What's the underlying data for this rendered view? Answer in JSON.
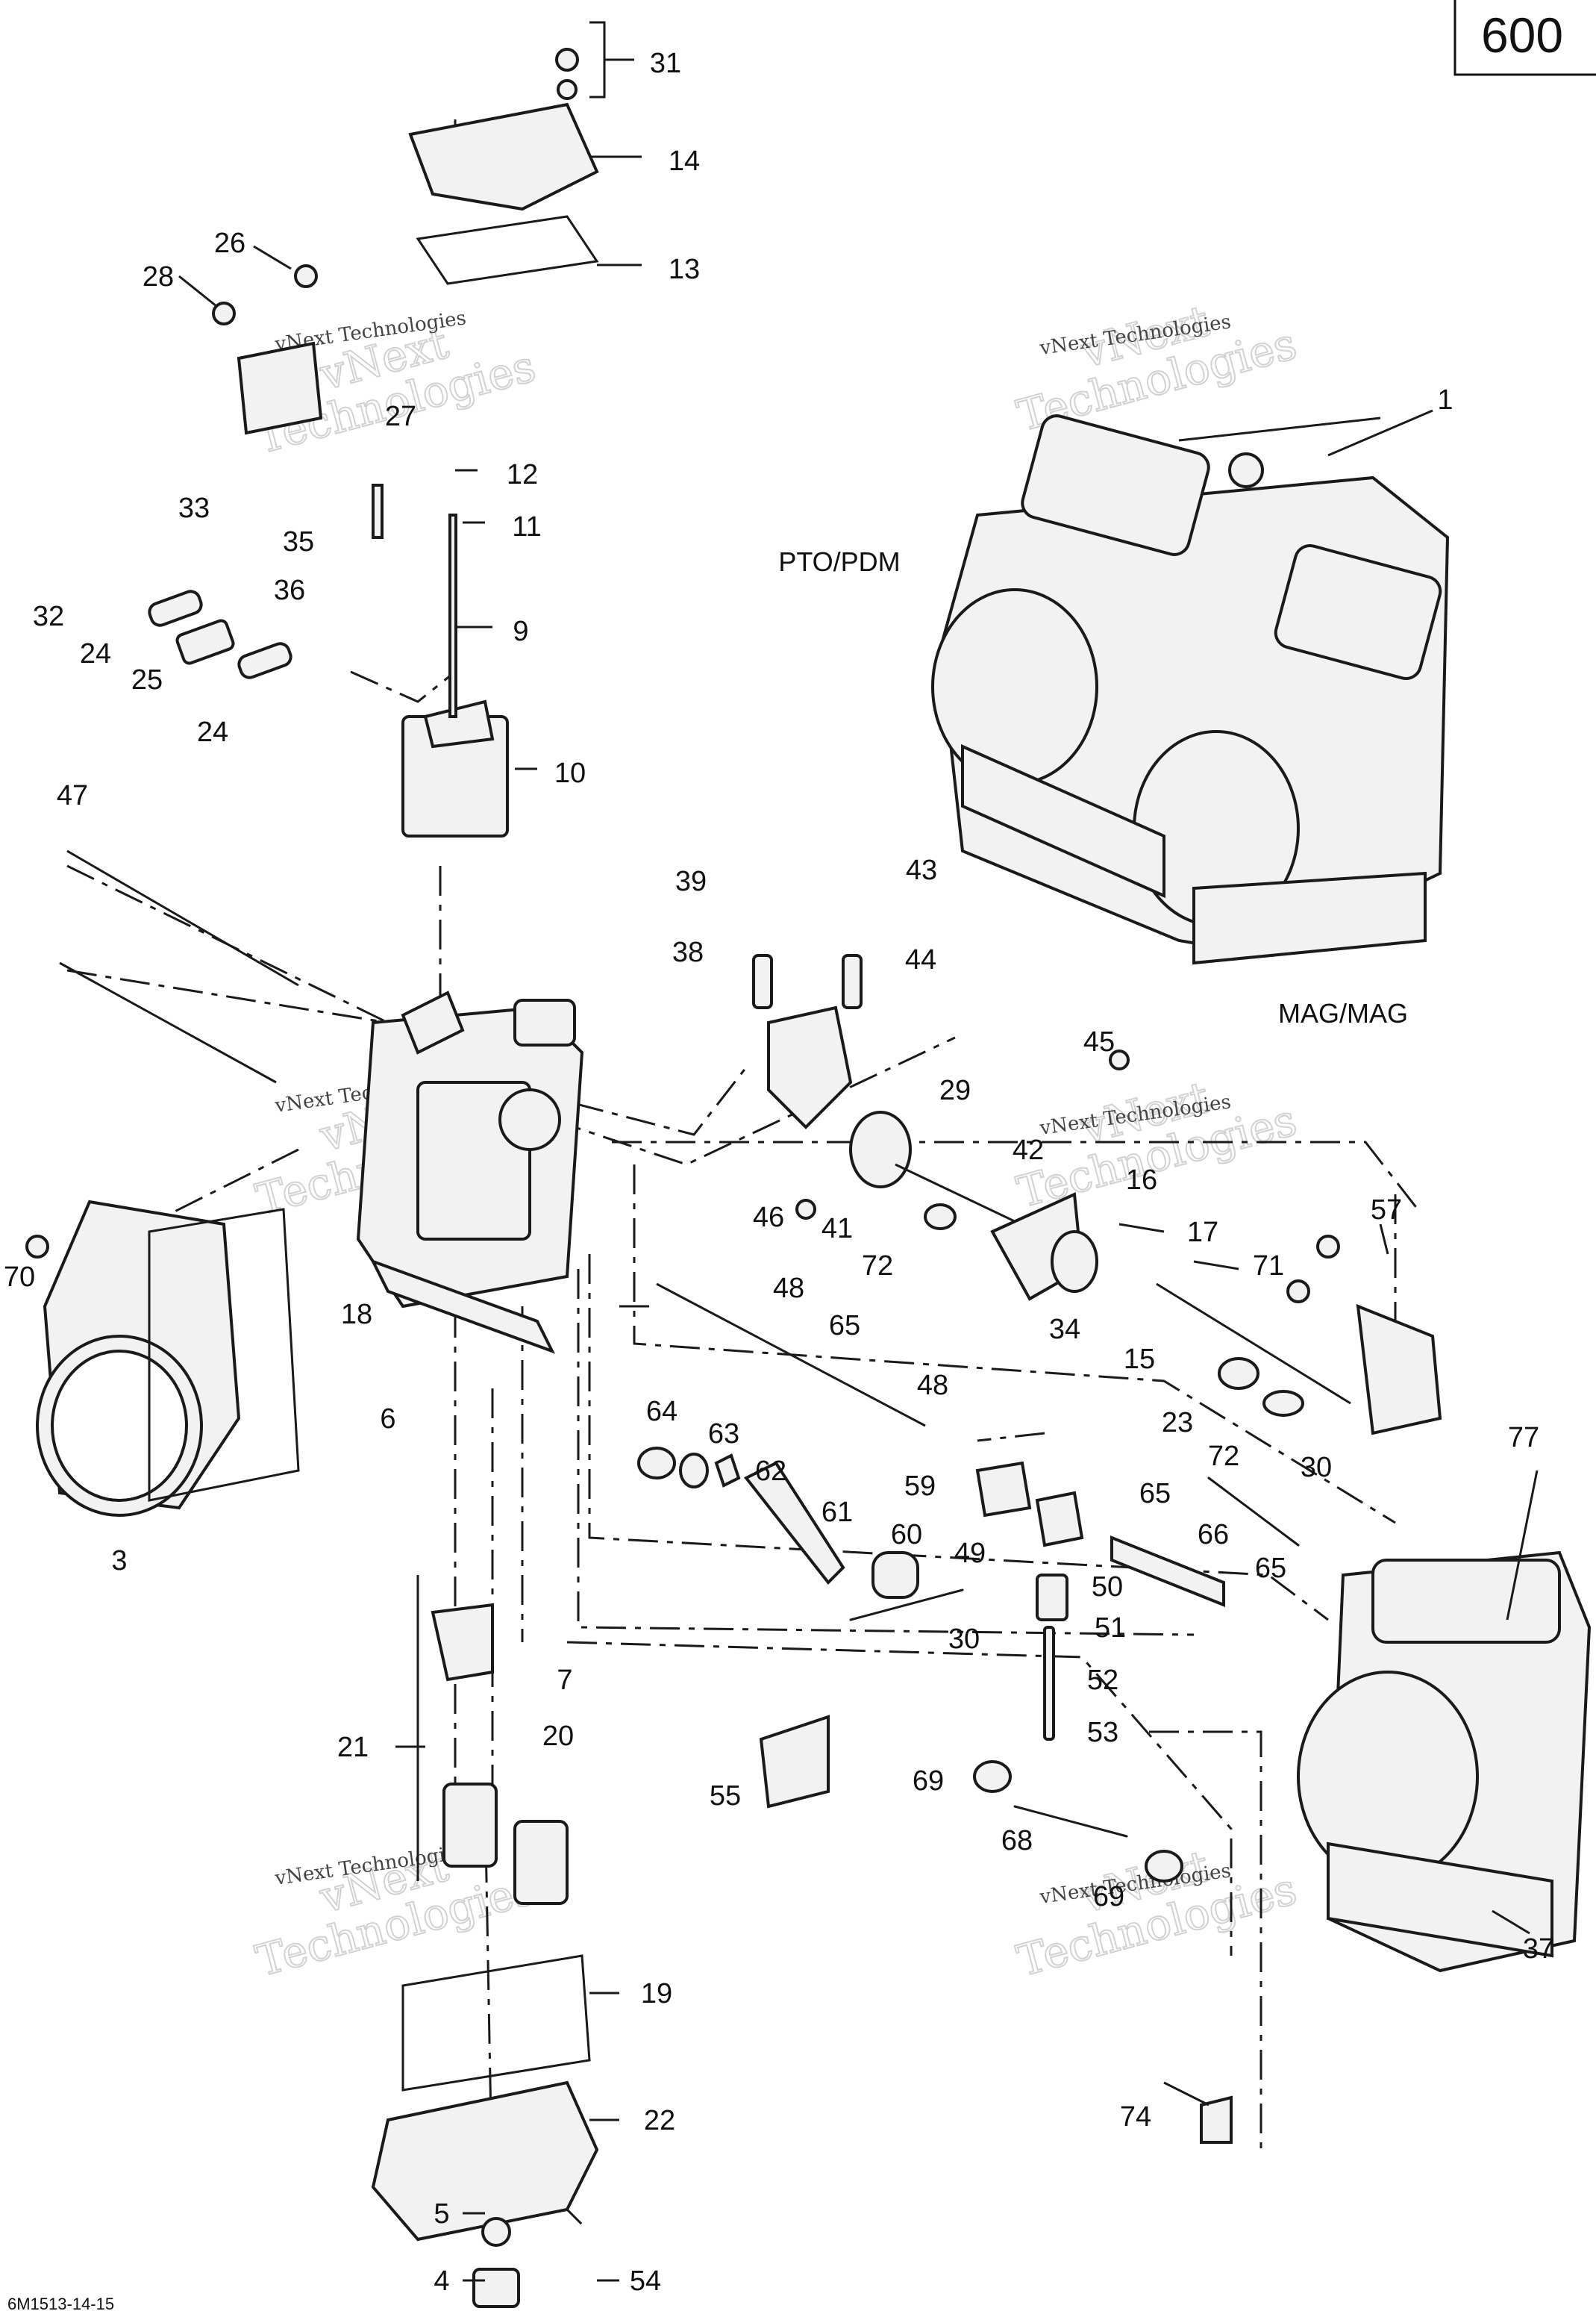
{
  "page_number": "600",
  "figure_code": "6M1513-14-15",
  "side_labels": {
    "pto": "PTO/PDM",
    "mag": "MAG/MAG"
  },
  "watermark": {
    "line1": "vNext",
    "line2": "Technologies",
    "small": "vNext Technologies"
  },
  "callouts": [
    {
      "num": "31"
    },
    {
      "num": "14"
    },
    {
      "num": "13"
    },
    {
      "num": "26"
    },
    {
      "num": "28"
    },
    {
      "num": "27"
    },
    {
      "num": "1"
    },
    {
      "num": "12"
    },
    {
      "num": "11"
    },
    {
      "num": "33"
    },
    {
      "num": "35"
    },
    {
      "num": "36"
    },
    {
      "num": "9"
    },
    {
      "num": "32"
    },
    {
      "num": "24"
    },
    {
      "num": "25"
    },
    {
      "num": "24"
    },
    {
      "num": "10"
    },
    {
      "num": "47"
    },
    {
      "num": "39"
    },
    {
      "num": "43"
    },
    {
      "num": "38"
    },
    {
      "num": "44"
    },
    {
      "num": "45"
    },
    {
      "num": "29"
    },
    {
      "num": "42"
    },
    {
      "num": "16"
    },
    {
      "num": "57"
    },
    {
      "num": "17"
    },
    {
      "num": "46"
    },
    {
      "num": "41"
    },
    {
      "num": "72"
    },
    {
      "num": "71"
    },
    {
      "num": "70"
    },
    {
      "num": "18"
    },
    {
      "num": "48"
    },
    {
      "num": "65"
    },
    {
      "num": "34"
    },
    {
      "num": "15"
    },
    {
      "num": "6"
    },
    {
      "num": "48"
    },
    {
      "num": "23"
    },
    {
      "num": "72"
    },
    {
      "num": "30"
    },
    {
      "num": "77"
    },
    {
      "num": "64"
    },
    {
      "num": "63"
    },
    {
      "num": "62"
    },
    {
      "num": "59"
    },
    {
      "num": "61"
    },
    {
      "num": "65"
    },
    {
      "num": "3"
    },
    {
      "num": "60"
    },
    {
      "num": "49"
    },
    {
      "num": "66"
    },
    {
      "num": "50"
    },
    {
      "num": "65"
    },
    {
      "num": "7"
    },
    {
      "num": "51"
    },
    {
      "num": "30"
    },
    {
      "num": "52"
    },
    {
      "num": "21"
    },
    {
      "num": "20"
    },
    {
      "num": "53"
    },
    {
      "num": "55"
    },
    {
      "num": "69"
    },
    {
      "num": "68"
    },
    {
      "num": "69"
    },
    {
      "num": "37"
    },
    {
      "num": "19"
    },
    {
      "num": "22"
    },
    {
      "num": "74"
    },
    {
      "num": "5"
    },
    {
      "num": "4"
    },
    {
      "num": "54"
    }
  ]
}
